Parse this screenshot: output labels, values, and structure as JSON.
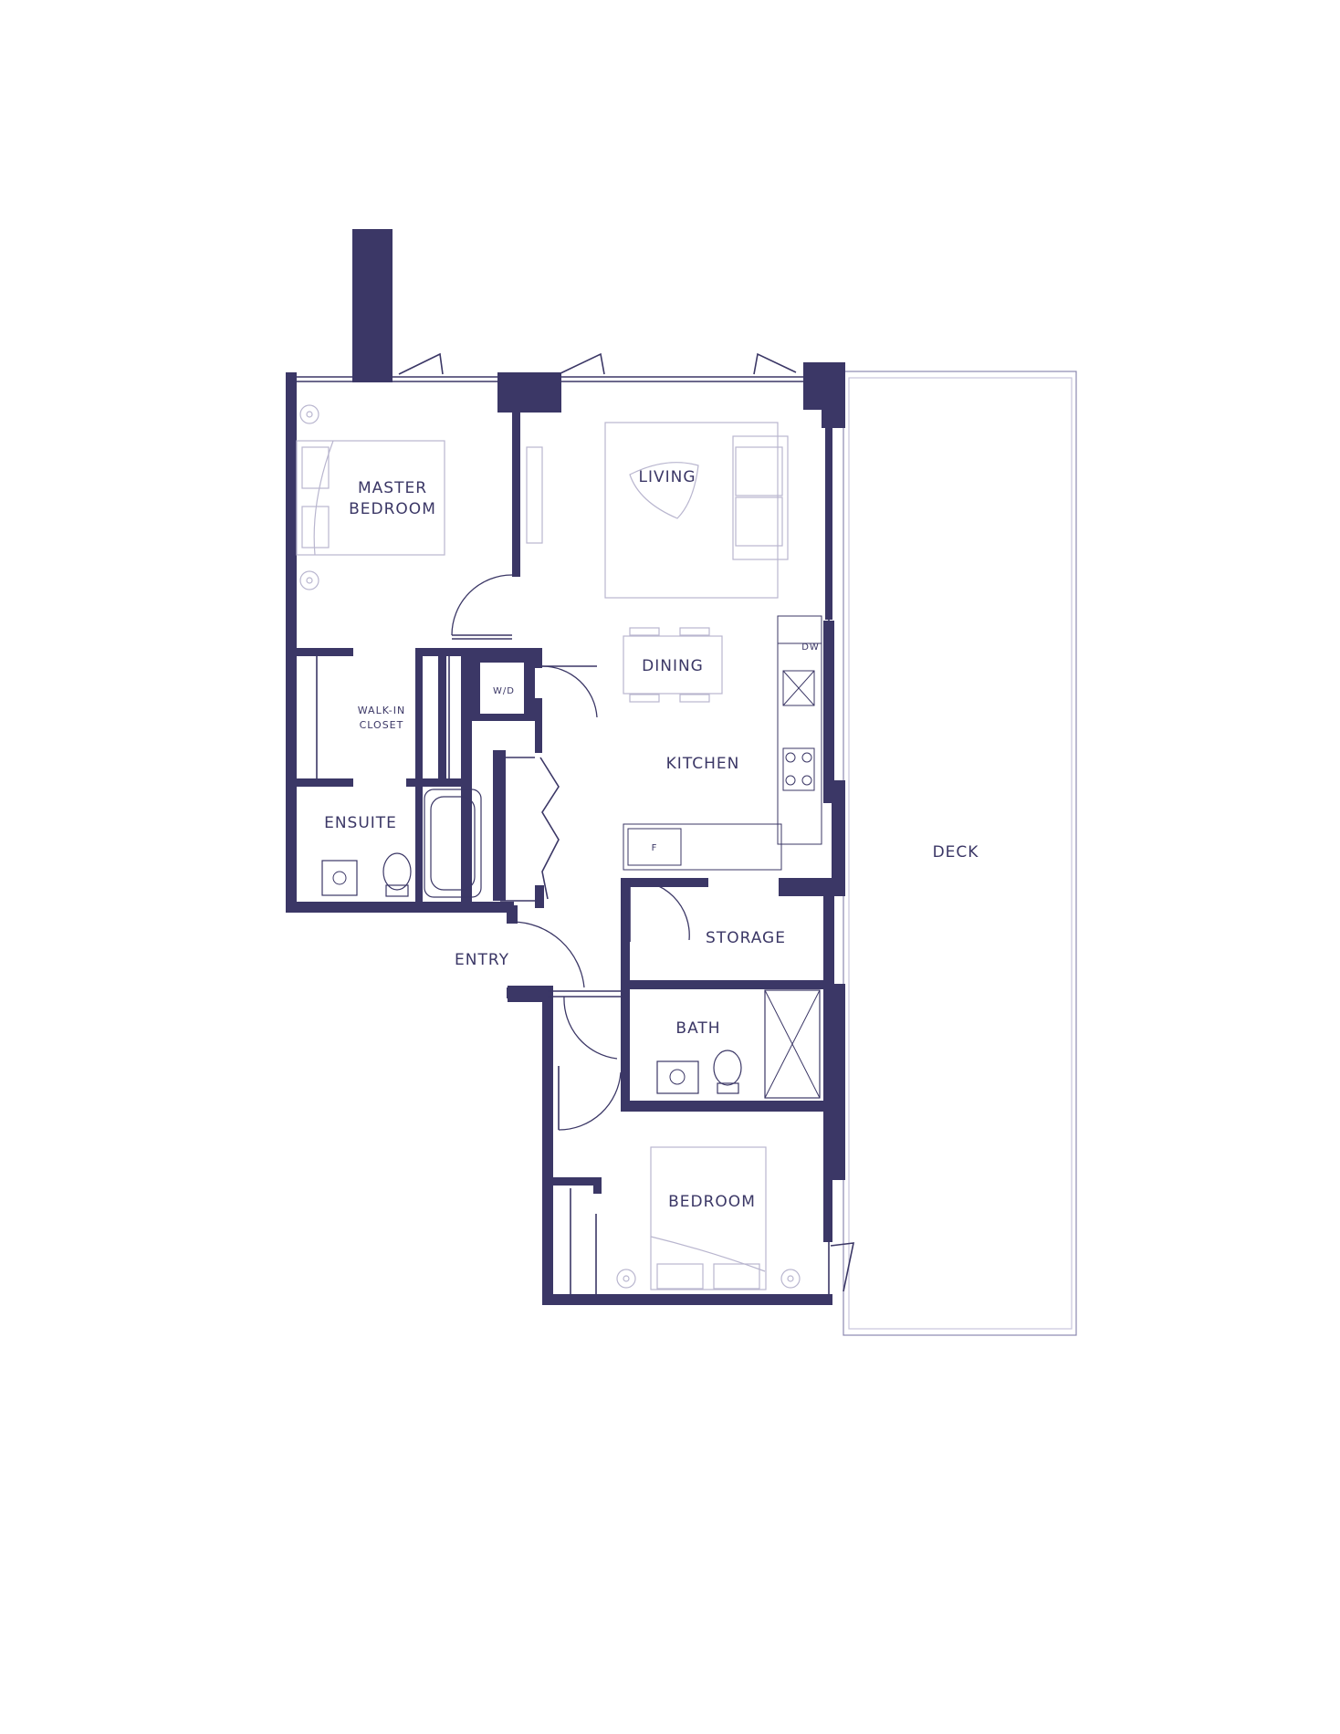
{
  "colors": {
    "wall": "#3b3766",
    "furniture": "#b9b6cf",
    "background": "#ffffff"
  },
  "rooms": {
    "master_bedroom_line1": "MASTER",
    "master_bedroom_line2": "BEDROOM",
    "living": "LIVING",
    "dining": "DINING",
    "kitchen": "KITCHEN",
    "walk_in_closet_line1": "WALK-IN",
    "walk_in_closet_line2": "CLOSET",
    "ensuite": "ENSUITE",
    "entry": "ENTRY",
    "storage": "STORAGE",
    "bath": "BATH",
    "bedroom": "BEDROOM",
    "deck": "DECK"
  },
  "fixtures": {
    "washer_dryer": "W/D",
    "dishwasher": "DW",
    "fridge": "F"
  }
}
